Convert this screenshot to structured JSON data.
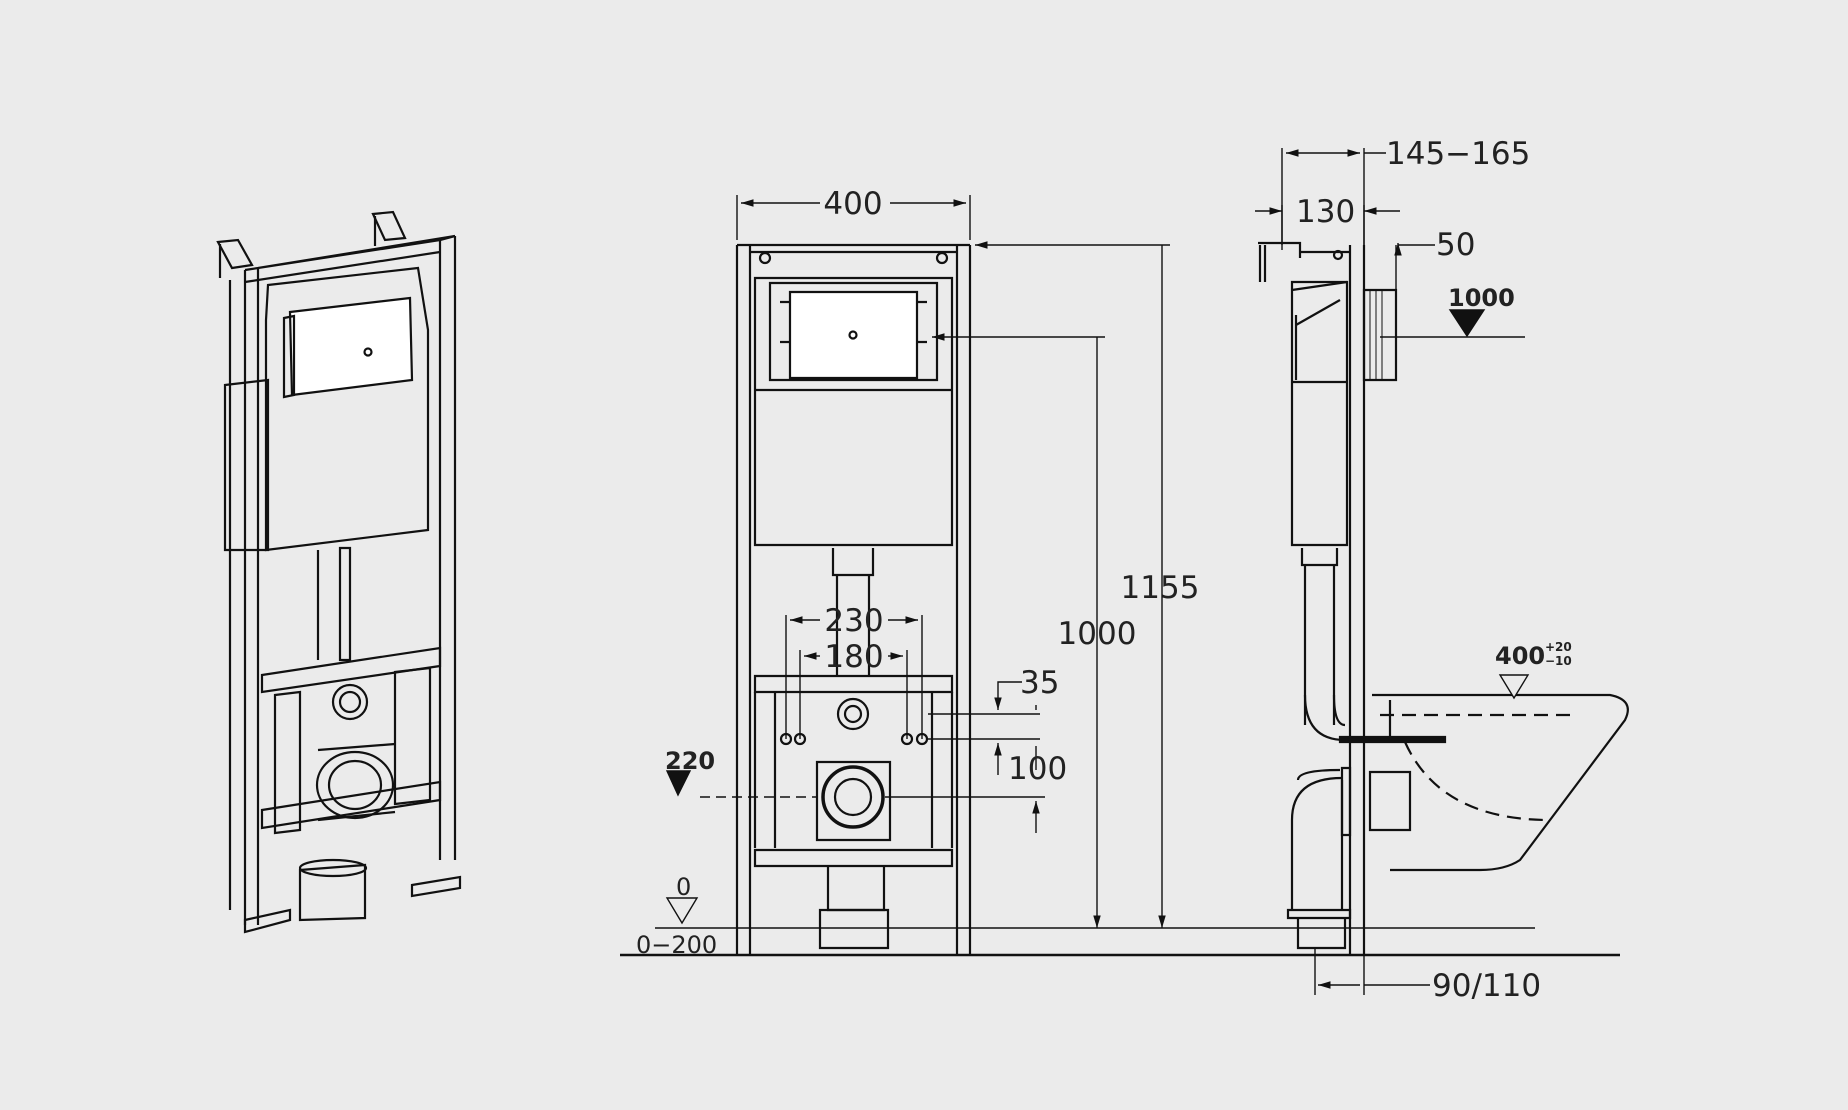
{
  "colors": {
    "background": "#ebebeb",
    "line": "#111111",
    "panel": "#ffffff"
  },
  "front_view": {
    "width": "400",
    "height_total": "1155",
    "height_flush_plate": "1000",
    "drain_spacing_outer": "230",
    "drain_spacing_inner": "180",
    "fixing_offset": "35",
    "inlet_offset": "100",
    "level_220": "220",
    "level_0": "0",
    "foot_adjustment": "0−200"
  },
  "side_view": {
    "depth_range": "145−165",
    "depth": "130",
    "plate_offset": "50",
    "level_1000": "1000",
    "bowl_height": "400",
    "bowl_tol_plus": "+20",
    "bowl_tol_minus": "−10",
    "outlet": "90/110"
  }
}
